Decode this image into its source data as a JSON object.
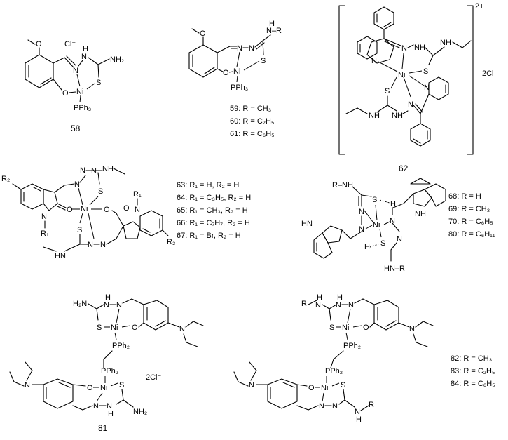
{
  "compounds": {
    "c58": {
      "number": "58",
      "counterion": "Cl⁻"
    },
    "c59_61": {
      "labels": [
        "59: R = CH₃",
        "60: R = C₂H₅",
        "61: R = C₆H₅"
      ]
    },
    "c62": {
      "number": "62",
      "charge": "2+",
      "counterion": "2Cl⁻"
    },
    "c63_67": {
      "labels": [
        "63: R₁ = H, R₂ = H",
        "64: R₁ = C₃H₅, R₂ = H",
        "65: R₁ = CH₃, R₂ = H",
        "66: R₁ = C₇H₇, R₂ = H",
        "67: R₁ = Br, R₂ = H"
      ]
    },
    "c68_80": {
      "labels": [
        "68: R = H",
        "69: R = CH₃",
        "70: R = C₆H₅",
        "80: R = C₆H₁₁"
      ]
    },
    "c81": {
      "number": "81",
      "counterion": "2Cl⁻"
    },
    "c82_84": {
      "labels": [
        "82: R = CH₃",
        "83: R = C₂H₅",
        "84: R = C₆H₅"
      ]
    }
  },
  "atoms": {
    "Ni": "Ni",
    "N": "N",
    "H": "H",
    "S": "S",
    "O": "O",
    "NH": "NH",
    "HN": "HN",
    "NH2": "NH₂",
    "H2N": "H₂N",
    "PPh3": "PPh₃",
    "PPh2": "PPh₂",
    "R": "R",
    "R1": "R₁",
    "R2": "R₂",
    "NHR": "N–R",
    "RNH": "R–NH",
    "HNR": "HN–R",
    "HRN": "HN"
  }
}
